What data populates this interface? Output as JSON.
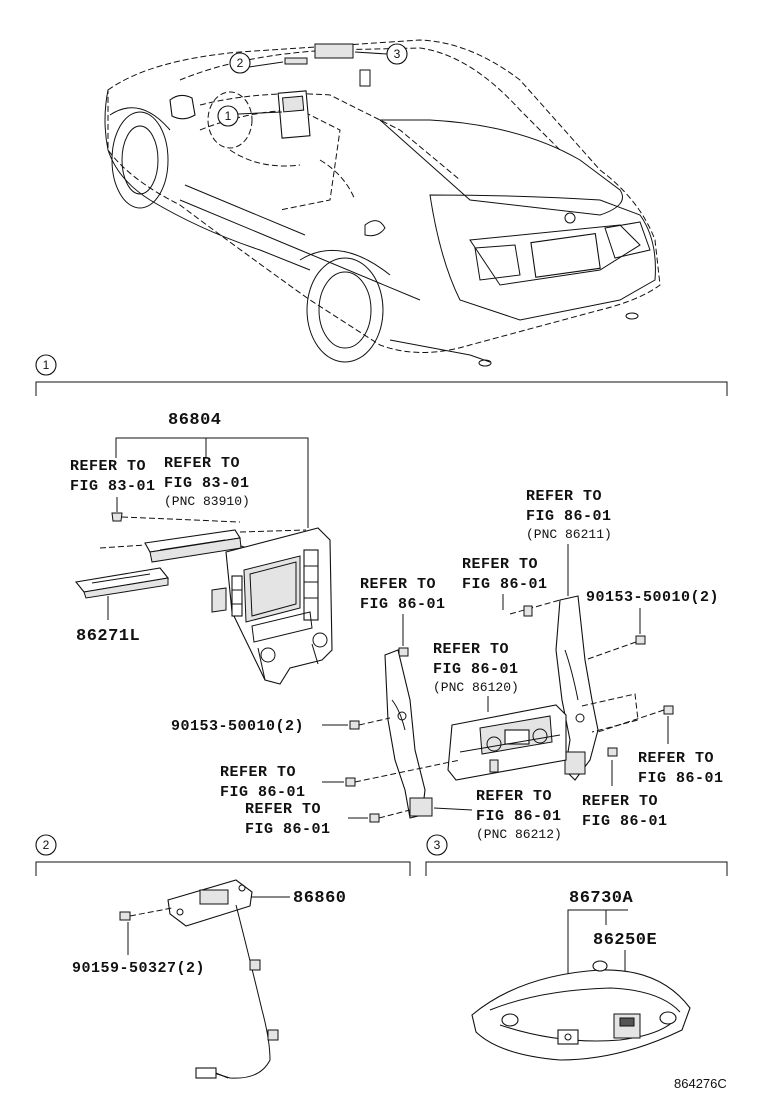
{
  "sections": {
    "s1": "1",
    "s2": "2",
    "s3": "3"
  },
  "callouts": {
    "c1": "1",
    "c2": "2",
    "c3": "3"
  },
  "labels": {
    "part_86804": "86804",
    "ref_a_1": "REFER TO",
    "ref_a_2": "FIG 83-01",
    "ref_b_1": "REFER TO",
    "ref_b_2": "FIG 83-01",
    "ref_b_3": "(PNC 83910)",
    "part_86271L": "86271L",
    "ref_c_1": "REFER TO",
    "ref_c_2": "FIG 86-01",
    "ref_c_3": "(PNC 86211)",
    "ref_d_1": "REFER TO",
    "ref_d_2": "FIG 86-01",
    "ref_e_1": "REFER TO",
    "ref_e_2": "FIG 86-01",
    "part_90153_r": "90153-50010(2)",
    "ref_f_1": "REFER TO",
    "ref_f_2": "FIG 86-01",
    "ref_f_3": "(PNC 86120)",
    "part_90153_l": "90153-50010(2)",
    "ref_g_1": "REFER TO",
    "ref_g_2": "FIG 86-01",
    "ref_h_1": "REFER TO",
    "ref_h_2": "FIG 86-01",
    "ref_i_1": "REFER TO",
    "ref_i_2": "FIG 86-01",
    "ref_j_1": "REFER TO",
    "ref_j_2": "FIG 86-01",
    "ref_j_3": "(PNC 86212)",
    "ref_k_1": "REFER TO",
    "ref_k_2": "FIG 86-01",
    "part_86860": "86860",
    "part_90159": "90159-50327(2)",
    "part_86730A": "86730A",
    "part_86250E": "86250E",
    "diagram_code": "864276C"
  }
}
